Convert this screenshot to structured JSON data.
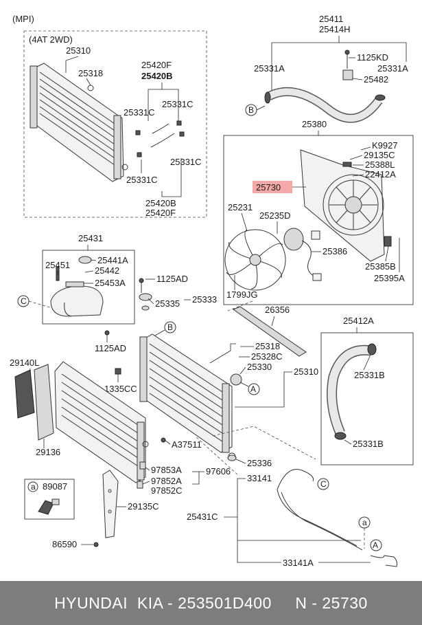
{
  "header": {
    "variant": "(MPI)",
    "subvariant": "(4AT 2WD)"
  },
  "callouts": {
    "p25310_top": "25310",
    "p25318_top": "25318",
    "p25420F_top": "25420F",
    "p25420B_top": "25420B",
    "p25331C_a": "25331C",
    "p25331C_b": "25331C",
    "p25331C_c": "25331C",
    "p25331C_d": "25331C",
    "p25420B_bot": "25420B",
    "p25420F_bot": "25420F",
    "p25411": "25411",
    "p25414H": "25414H",
    "p25331A_left": "25331A",
    "p1125KD": "1125KD",
    "p25331A_right": "25331A",
    "p25482": "25482",
    "p25380": "25380",
    "pK9927": "K9927",
    "p29135C_r": "29135C",
    "p25388L": "25388L",
    "p22412A": "22412A",
    "p25730": "25730",
    "p25231": "25231",
    "p25235D": "25235D",
    "p25386": "25386",
    "p25385B": "25385B",
    "p25395A": "25395A",
    "p1799JG": "1799JG",
    "p25431": "25431",
    "p25451": "25451",
    "p25441A": "25441A",
    "p25442": "25442",
    "p25453A": "25453A",
    "p1125AD_a": "1125AD",
    "p25335": "25335",
    "p25333": "25333",
    "p1125AD_b": "1125AD",
    "p26356": "26356",
    "p25318_mid": "25318",
    "p25328C": "25328C",
    "p25330": "25330",
    "p25310_mid": "25310",
    "p1335CC": "1335CC",
    "p29140L": "29140L",
    "p29136": "29136",
    "p25412A": "25412A",
    "p25331B_a": "25331B",
    "p25331B_b": "25331B",
    "pA37511": "A37511",
    "p97853A": "97853A",
    "p97852A": "97852A",
    "p97852C": "97852C",
    "p97606": "97606",
    "p25336": "25336",
    "p89087": "89087",
    "p29135C": "29135C",
    "p33141": "33141",
    "p25431C": "25431C",
    "p86590": "86590",
    "p33141A": "33141A"
  },
  "circle_labels": {
    "a_inset": "a",
    "a_hose": "a",
    "B_left": "B",
    "B_mid": "B",
    "C_left": "C",
    "C_right": "C",
    "A_mid": "A",
    "A_bottom": "A"
  },
  "footer": {
    "text": "HYUNDAI  KIA - 253501D400     N - 25730"
  },
  "colors": {
    "highlight": "#f4a8a8",
    "footer_bg": "#7d7d7d",
    "footer_text": "#ffffff"
  }
}
